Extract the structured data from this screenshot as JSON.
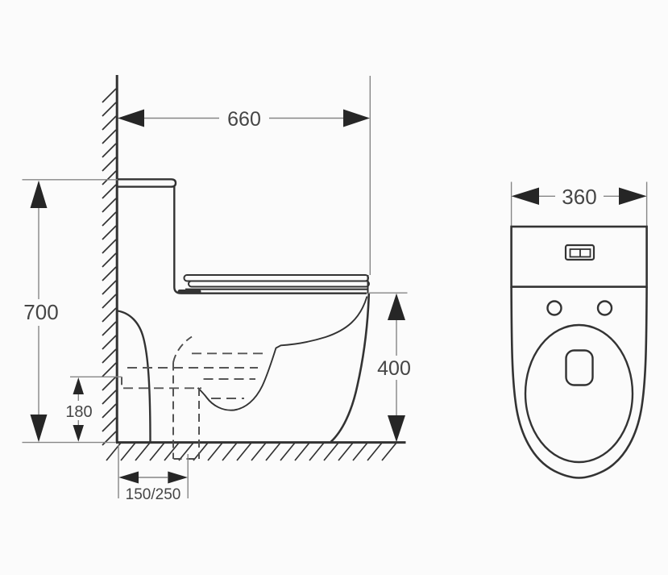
{
  "drawing": {
    "kind": "toilet-dimension-diagram",
    "side_view": {
      "dim_depth": "660",
      "dim_height": "700",
      "dim_outlet_height": "180",
      "dim_rough_in": "150/250",
      "dim_bowl_height": "400"
    },
    "front_view": {
      "dim_width": "360"
    },
    "colors": {
      "object_line": "#333333",
      "dimension_line": "#868686",
      "arrow": "#262626",
      "text": "#454545",
      "background": "#fbfbfb"
    }
  }
}
